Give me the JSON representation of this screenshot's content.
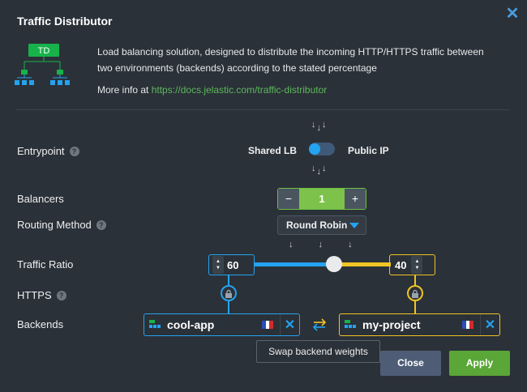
{
  "dialog": {
    "title": "Traffic Distributor",
    "logo_text": "TD",
    "description": "Load balancing solution, designed to distribute the incoming HTTP/HTTPS traffic between two environments (backends) according to the stated percentage",
    "more_info_label": "More info at",
    "more_info_link": "https://docs.jelastic.com/traffic-distributor"
  },
  "form": {
    "entrypoint_label": "Entrypoint",
    "entrypoint_left": "Shared LB",
    "entrypoint_right": "Public IP",
    "balancers_label": "Balancers",
    "balancers_value": "1",
    "routing_label": "Routing Method",
    "routing_value": "Round Robin",
    "traffic_label": "Traffic Ratio",
    "ratio_left": "60",
    "ratio_right": "40",
    "https_label": "HTTPS",
    "backends_label": "Backends",
    "backend_left": "cool-app",
    "backend_right": "my-project",
    "swap_tooltip": "Swap backend weights"
  },
  "buttons": {
    "close": "Close",
    "apply": "Apply"
  },
  "colors": {
    "blue": "#24a3f0",
    "yellow": "#f0c424",
    "green": "#6cbe45"
  },
  "icons": [
    "close-icon",
    "td-logo-icon",
    "help-icon",
    "lock-icon",
    "environment-icon",
    "france-flag-icon",
    "swap-icon",
    "caret-down-icon"
  ]
}
